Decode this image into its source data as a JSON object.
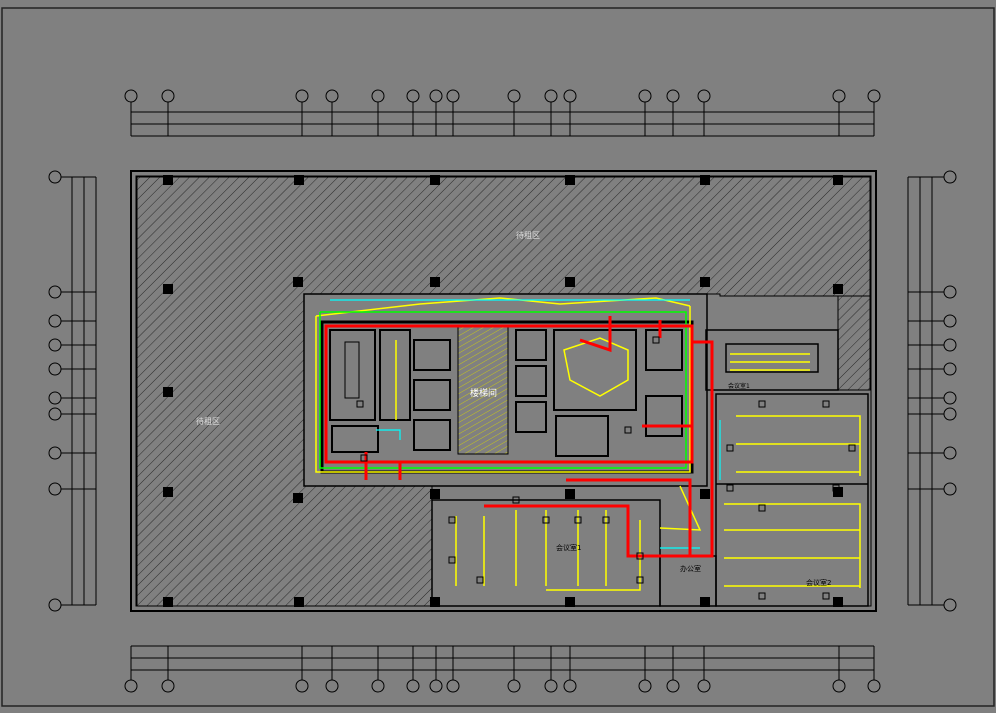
{
  "drawing": {
    "room_labels": {
      "west_area": "待租区",
      "north_area": "待租区",
      "stair_core": "楼梯间",
      "meeting_room_1": "会议室1",
      "meeting_room_2": "会议室2",
      "office_small": "办公室",
      "east_upper": "会议室1"
    },
    "colors": {
      "background": "#808080",
      "line": "#000000",
      "power_circuit": "#ff0000",
      "lighting_circuit": "#ffff00",
      "signal_circuit": "#00ff00",
      "aux_circuit": "#00ffff"
    }
  }
}
